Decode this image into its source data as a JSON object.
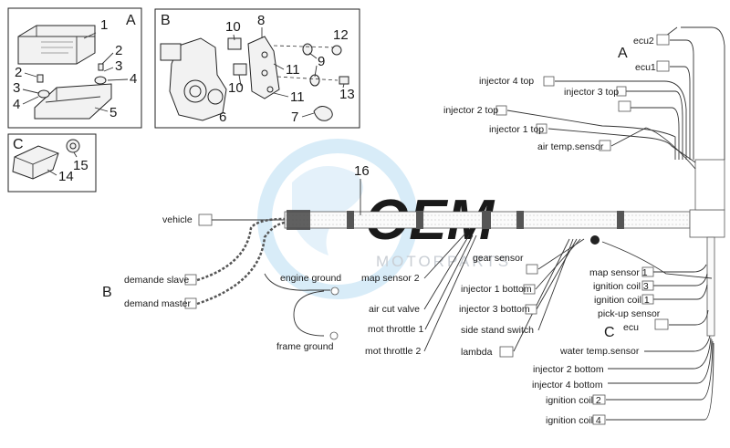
{
  "watermark": {
    "logo_text": "OEM",
    "brand": "MOTORPARTS"
  },
  "section_letters": {
    "a": "A",
    "b": "B",
    "c": "C",
    "a_conn": "A",
    "b_conn": "B",
    "c_conn": "C"
  },
  "part_numbers": {
    "p1": "1",
    "p2a": "2",
    "p2b": "2",
    "p3a": "3",
    "p3b": "3",
    "p4a": "4",
    "p4b": "4",
    "p5": "5",
    "p6": "6",
    "p7": "7",
    "p8": "8",
    "p9": "9",
    "p10a": "10",
    "p10b": "10",
    "p11a": "11",
    "p11b": "11",
    "p12": "12",
    "p13": "13",
    "p14": "14",
    "p15": "15",
    "p16": "16"
  },
  "connectors": {
    "ecu2": "ecu2",
    "ecu1": "ecu1",
    "injector4_top": "injector 4 top",
    "injector3_top": "injector 3 top",
    "injector2_top": "injector 2 top",
    "injector1_top": "injector 1 top",
    "air_temp_sensor": "air temp.sensor",
    "vehicle": "vehicle",
    "demande_slave": "demande slave",
    "demand_master": "demand master",
    "engine_ground": "engine ground",
    "frame_ground": "frame ground",
    "map_sensor_2": "map sensor 2",
    "air_cut_valve": "air cut valve",
    "mot_throttle_1": "mot throttle 1",
    "mot_throttle_2": "mot throttle 2",
    "gear_sensor": "gear sensor",
    "injector1_bottom": "injector 1 bottom",
    "injector3_bottom": "injector 3 bottom",
    "side_stand_switch": "side stand switch",
    "lambda": "lambda",
    "map_sensor_1": "map sensor 1",
    "ignition_coil_3": "ignition coil 3",
    "ignition_coil_1": "ignition coil 1",
    "pickup_sensor": "pick-up sensor",
    "ecu": "ecu",
    "water_temp_sensor": "water temp.sensor",
    "injector2_bottom": "injector 2 bottom",
    "injector4_bottom": "injector 4 bottom",
    "ignition_coil_2": "ignition coil 2",
    "ignition_coil_4": "ignition coil 4"
  }
}
